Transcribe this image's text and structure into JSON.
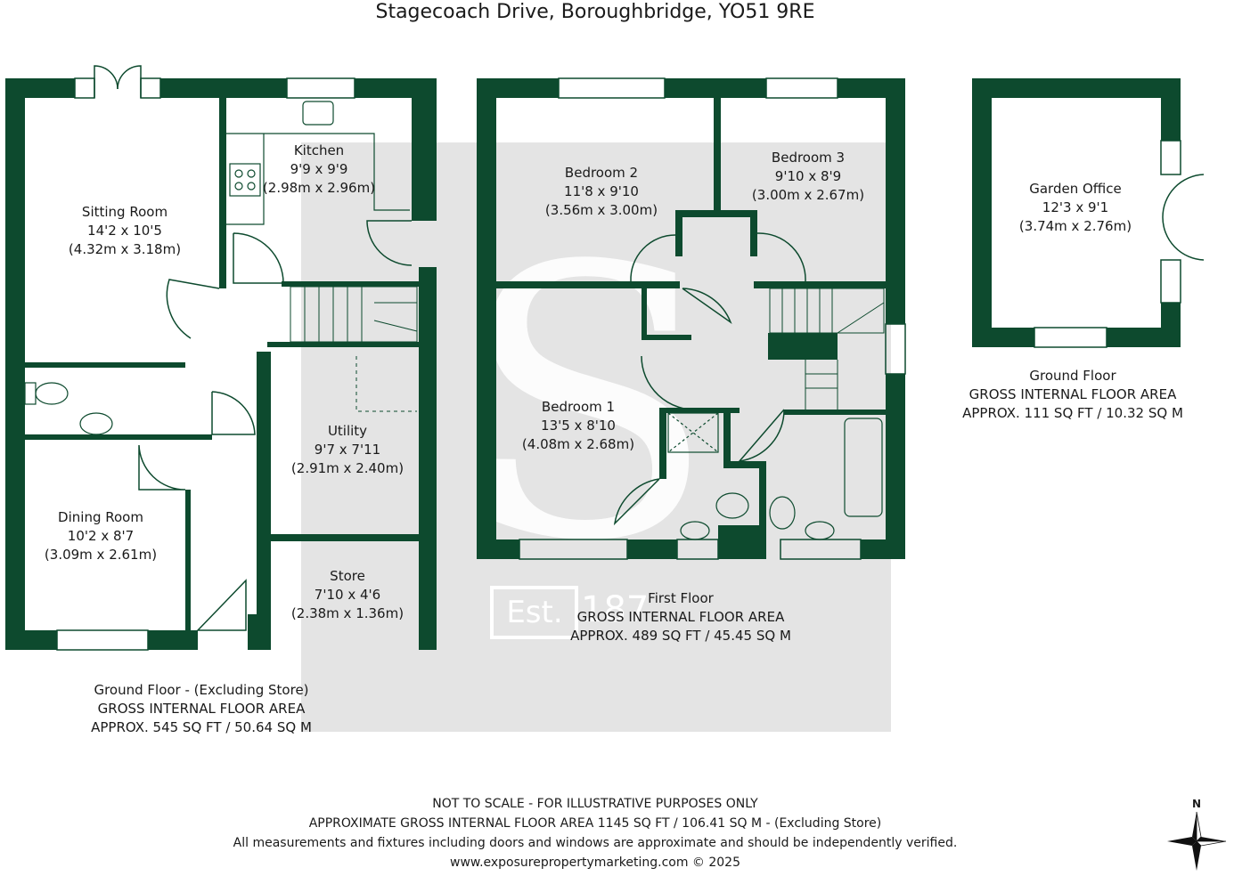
{
  "title": "Stagecoach Drive, Boroughbridge, YO51 9RE",
  "colors": {
    "wall": "#0d4a2e",
    "watermark": "#e4e4e4",
    "watermark_mark": "#ffffff",
    "text": "#1a1a1a"
  },
  "rooms": {
    "sitting_room": {
      "name": "Sitting Room",
      "imperial": "14'2 x 10'5",
      "metric": "(4.32m x 3.18m)"
    },
    "kitchen": {
      "name": "Kitchen",
      "imperial": "9'9 x 9'9",
      "metric": "(2.98m x 2.96m)"
    },
    "dining_room": {
      "name": "Dining Room",
      "imperial": "10'2 x 8'7",
      "metric": "(3.09m x 2.61m)"
    },
    "utility": {
      "name": "Utility",
      "imperial": "9'7 x 7'11",
      "metric": "(2.91m x 2.40m)"
    },
    "store": {
      "name": "Store",
      "imperial": "7'10 x 4'6",
      "metric": "(2.38m x 1.36m)"
    },
    "bedroom_2": {
      "name": "Bedroom 2",
      "imperial": "11'8 x 9'10",
      "metric": "(3.56m x 3.00m)"
    },
    "bedroom_3": {
      "name": "Bedroom 3",
      "imperial": "9'10 x 8'9",
      "metric": "(3.00m x 2.67m)"
    },
    "bedroom_1": {
      "name": "Bedroom 1",
      "imperial": "13'5 x 8'10",
      "metric": "(4.08m x 2.68m)"
    },
    "garden_office": {
      "name": "Garden Office",
      "imperial": "12'3 x 9'1",
      "metric": "(3.74m x 2.76m)"
    }
  },
  "areas": {
    "ground": {
      "line1": "Ground Floor - (Excluding Store)",
      "line2": "GROSS INTERNAL FLOOR AREA",
      "line3": "APPROX. 545 SQ FT / 50.64 SQ M"
    },
    "first": {
      "line1": "First Floor",
      "line2": "GROSS INTERNAL FLOOR AREA",
      "line3": "APPROX. 489 SQ FT / 45.45 SQ M"
    },
    "office": {
      "line1": "Ground Floor",
      "line2": "GROSS INTERNAL FLOOR AREA",
      "line3": "APPROX. 111 SQ FT / 10.32 SQ M"
    }
  },
  "watermark": {
    "est_label": "Est.",
    "year_partial": "187"
  },
  "footer": {
    "line1": "NOT TO SCALE - FOR ILLUSTRATIVE PURPOSES ONLY",
    "line2": "APPROXIMATE GROSS INTERNAL FLOOR AREA 1145 SQ FT / 106.41 SQ M - (Excluding Store)",
    "line3": "All measurements and fixtures including doors and windows are approximate and should be independently verified.",
    "line4": "www.exposurepropertymarketing.com © 2025"
  },
  "compass": {
    "label": "N",
    "icon": "compass-rose-icon"
  }
}
